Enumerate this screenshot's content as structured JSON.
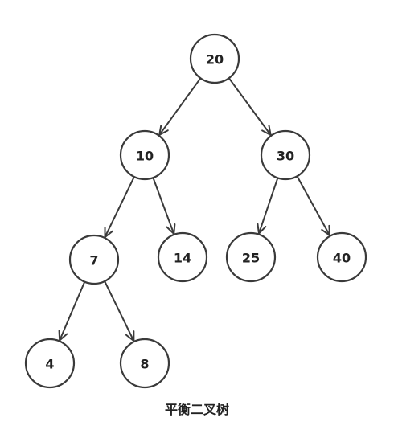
{
  "caption": "平衡二叉树",
  "colors": {
    "stroke": "#3a3a3a",
    "text": "#222222",
    "background": "#ffffff"
  },
  "nodes": [
    {
      "id": "n20",
      "label": "20"
    },
    {
      "id": "n10",
      "label": "10"
    },
    {
      "id": "n30",
      "label": "30"
    },
    {
      "id": "n7",
      "label": "7"
    },
    {
      "id": "n14",
      "label": "14"
    },
    {
      "id": "n25",
      "label": "25"
    },
    {
      "id": "n40",
      "label": "40"
    },
    {
      "id": "n4",
      "label": "4"
    },
    {
      "id": "n8",
      "label": "8"
    }
  ],
  "edges": [
    {
      "from": "n20",
      "to": "n10"
    },
    {
      "from": "n20",
      "to": "n30"
    },
    {
      "from": "n10",
      "to": "n7"
    },
    {
      "from": "n10",
      "to": "n14"
    },
    {
      "from": "n30",
      "to": "n25"
    },
    {
      "from": "n30",
      "to": "n40"
    },
    {
      "from": "n7",
      "to": "n4"
    },
    {
      "from": "n7",
      "to": "n8"
    }
  ]
}
